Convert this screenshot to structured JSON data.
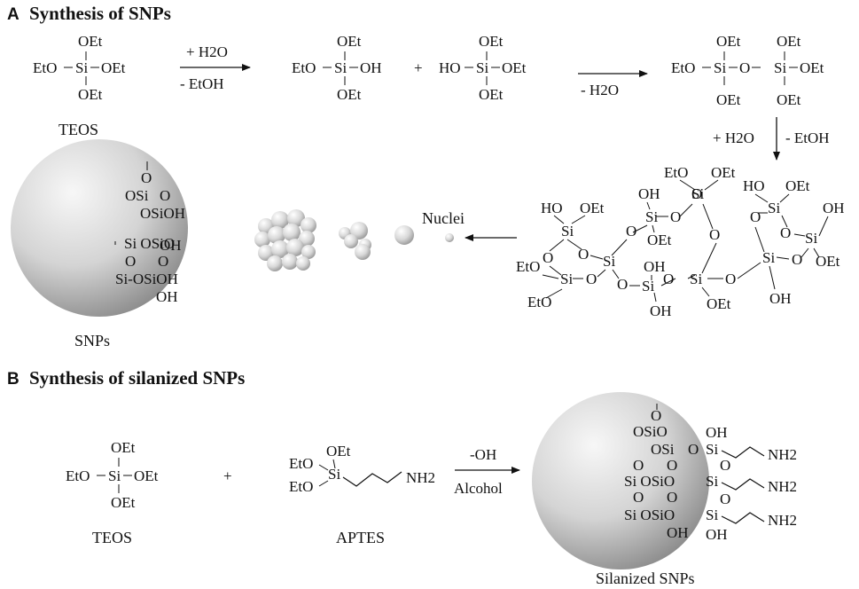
{
  "section_a": {
    "letter": "A",
    "title": "Synthesis of SNPs"
  },
  "section_b": {
    "letter": "B",
    "title": "Synthesis of silanized SNPs"
  },
  "groups": {
    "oet": "OEt",
    "eto": "EtO",
    "oh": "OH",
    "ho": "HO",
    "si": "Si",
    "o": "O",
    "osi": "OSi",
    "osio": "OSiO",
    "osioh": "OSiOH",
    "siosio": "Si OSiO",
    "siosioh": "Si-OSiOH",
    "nh2": "NH2"
  },
  "labels": {
    "teos": "TEOS",
    "aptes": "APTES",
    "snps": "SNPs",
    "silanized_snps": "Silanized SNPs",
    "nuclei": "Nuclei"
  },
  "conditions": {
    "hydrolysis_top": "+ H2O",
    "hydrolysis_bottom": "- EtOH",
    "condensation": "- H2O",
    "second_top": "+ H2O",
    "second_bottom": "- EtOH",
    "plus": "+",
    "base": "-OH",
    "solvent": "Alcohol"
  },
  "colors": {
    "sphere_light": "#f7f7f7",
    "sphere_mid": "#c9c9c9",
    "sphere_dark": "#8d8d8d",
    "ink": "#111111"
  }
}
